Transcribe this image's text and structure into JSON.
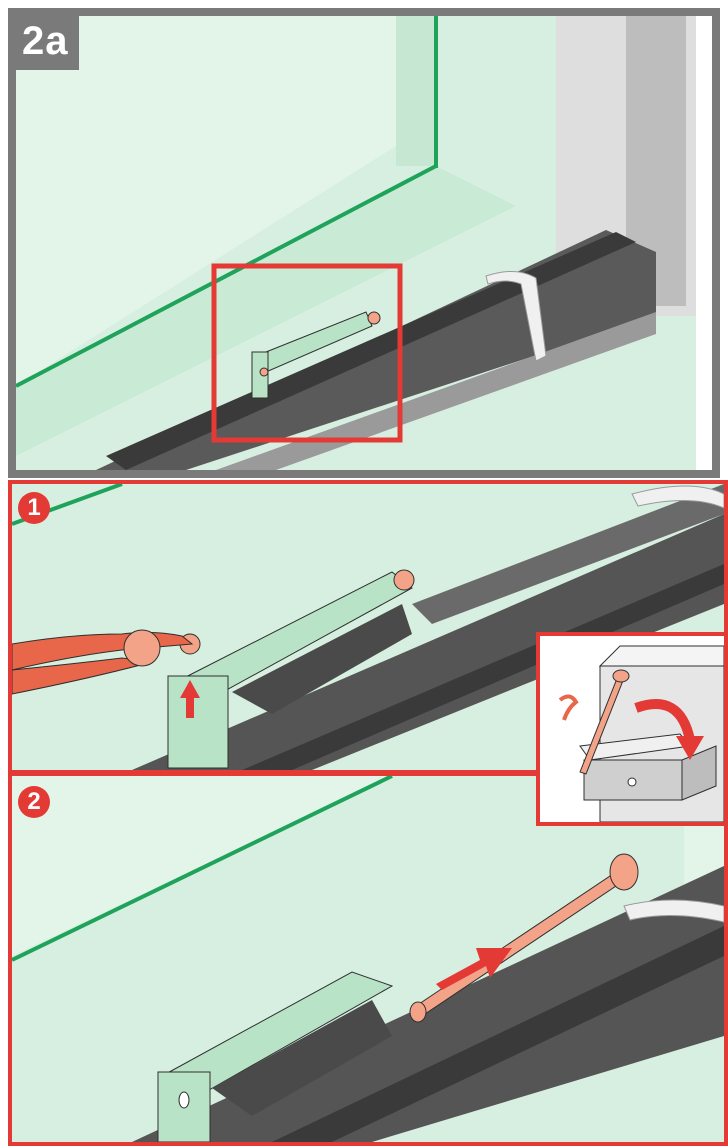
{
  "step": {
    "label": "2a"
  },
  "panels": [
    {
      "badge": "1"
    },
    {
      "badge": "2"
    }
  ],
  "colors": {
    "frame_gray": "#7a7a7a",
    "accent_red": "#e43a35",
    "glass_green": "#d7efe0",
    "frame_green": "#1fa35a",
    "bracket_green": "#b8e3c6",
    "rail_dark": "#4c4c4c",
    "pin_salmon": "#f3a488",
    "plier_orange": "#e8674a"
  },
  "icons": {
    "zoom_frame": "highlight-rectangle",
    "arrow_up": "arrow-up-icon",
    "arrow_right": "arrow-right-icon",
    "arrow_curved": "curved-arrow-down-icon"
  }
}
